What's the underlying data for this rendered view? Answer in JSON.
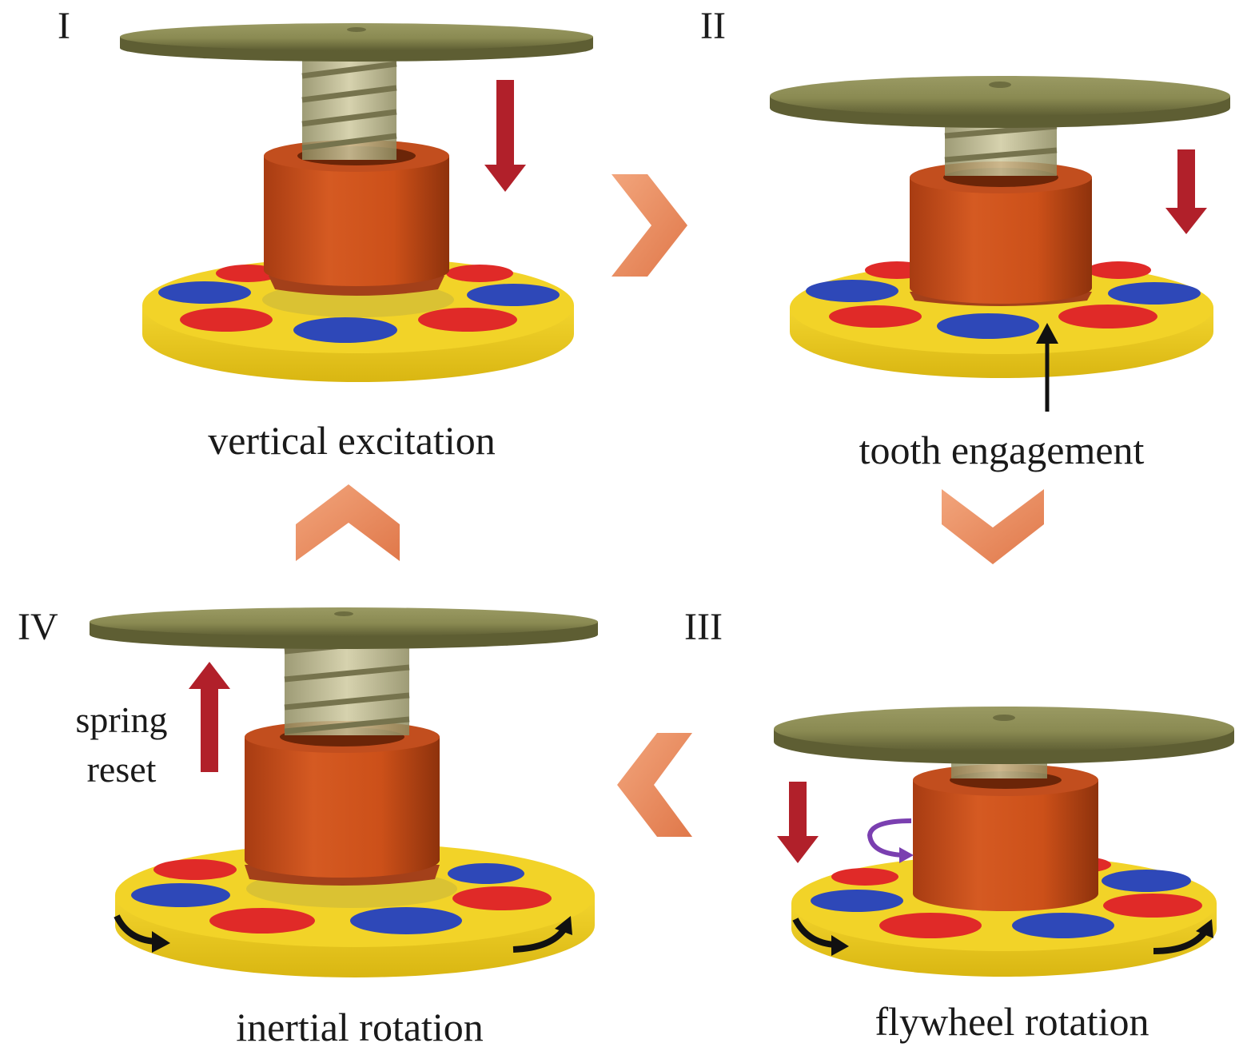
{
  "panels": [
    {
      "numeral": "I",
      "caption": "vertical excitation"
    },
    {
      "numeral": "II",
      "caption": "tooth engagement"
    },
    {
      "numeral": "III",
      "caption": "flywheel rotation"
    },
    {
      "numeral": "IV",
      "caption": "inertial rotation"
    }
  ],
  "annotation": {
    "line1": "spring",
    "line2": "reset"
  },
  "colors": {
    "top_plate": "#8a8a52",
    "spring": "#b9b48a",
    "sleeve": "#d0521d",
    "base_disk": "#f2d328",
    "magnet_red": "#e02a28",
    "magnet_blue": "#2e48b8",
    "arrow_dark_red": "#b1202a",
    "flow_chevron": "#e99063",
    "rotation_purple": "#7a3fb0"
  },
  "icons": [
    "down-arrow-icon",
    "up-arrow-icon",
    "curved-arrow-icon",
    "chevron-icon",
    "rotation-arrow-icon"
  ]
}
